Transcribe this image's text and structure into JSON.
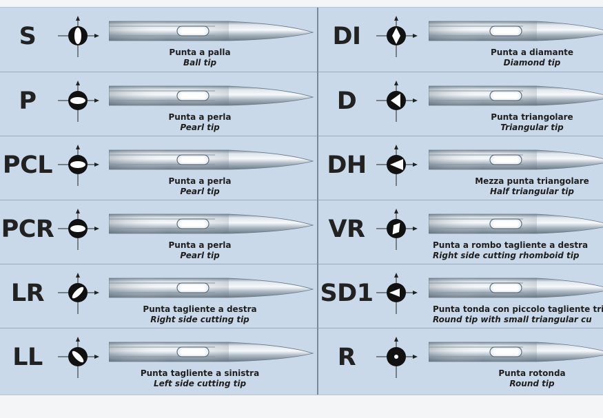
{
  "left_column": [
    {
      "code": "S",
      "italian": "Punta a palla",
      "english": "Ball tip",
      "symbol": "ball-tip-symbol"
    },
    {
      "code": "P",
      "italian": "Punta a perla",
      "english": "Pearl tip",
      "symbol": "pearl-tip-symbol"
    },
    {
      "code": "PCL",
      "italian": "Punta a perla",
      "english": "Pearl tip",
      "symbol": "pearl-tip-symbol"
    },
    {
      "code": "PCR",
      "italian": "Punta a perla",
      "english": "Pearl tip",
      "symbol": "pearl-tip-symbol"
    },
    {
      "code": "LR",
      "italian": "Punta tagliente a destra",
      "english": "Right side cutting tip",
      "symbol": "right-cutting-symbol"
    },
    {
      "code": "LL",
      "italian": "Punta tagliente a sinistra",
      "english": "Left side cutting tip",
      "symbol": "left-cutting-symbol"
    }
  ],
  "right_column": [
    {
      "code": "DI",
      "italian": "Punta a diamante",
      "english": "Diamond tip",
      "symbol": "diamond-tip-symbol"
    },
    {
      "code": "D",
      "italian": "Punta triangolare",
      "english": "Triangular tip",
      "symbol": "triangular-tip-symbol"
    },
    {
      "code": "DH",
      "italian": "Mezza punta triangolare",
      "english": "Half triangular tip",
      "symbol": "half-triangular-symbol"
    },
    {
      "code": "VR",
      "italian": "Punta a rombo tagliente a destra",
      "english": "Right side cutting rhomboid tip",
      "symbol": "rhomboid-symbol"
    },
    {
      "code": "SD1",
      "italian": "Punta tonda con piccolo tagliente trian",
      "english": "Round tip with small triangular cu",
      "symbol": "round-small-triangular-symbol"
    },
    {
      "code": "R",
      "italian": "Punta rotonda",
      "english": "Round tip",
      "symbol": "round-tip-symbol"
    }
  ],
  "colors": {
    "panel_background": "#c9d9e9",
    "separator": "#98aabd",
    "text": "#1e1e1e",
    "symbol_black": "#111111",
    "needle_steel": "#b7c3cf"
  }
}
